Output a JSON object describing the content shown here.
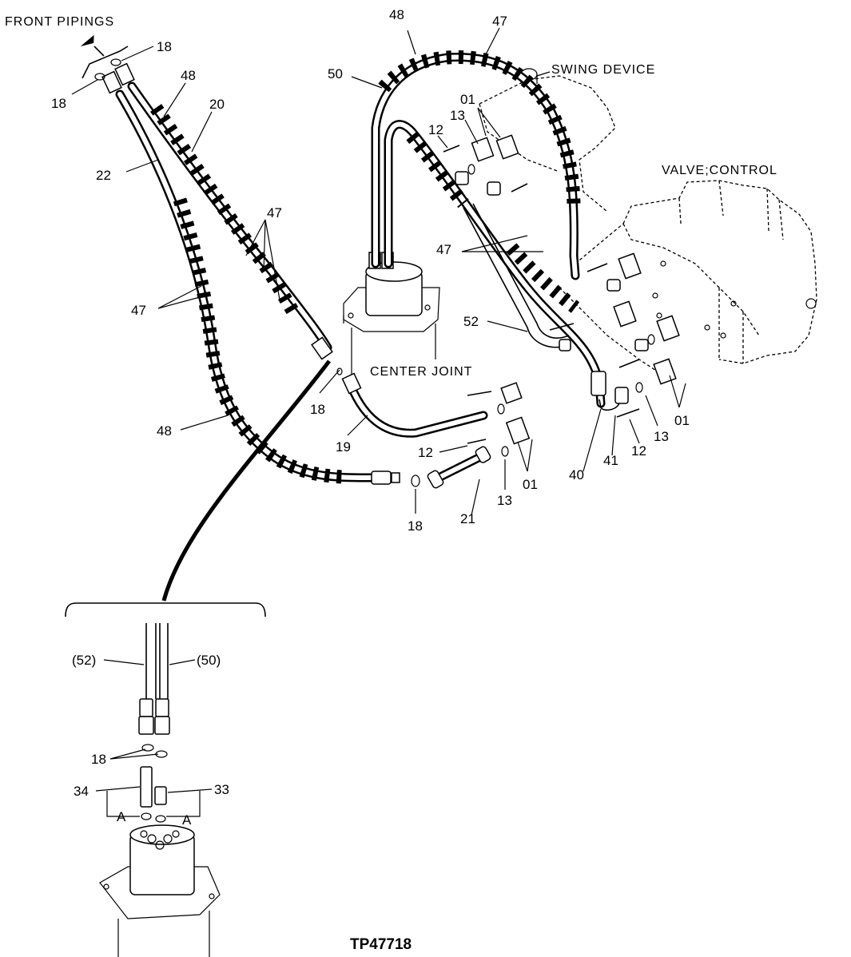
{
  "labels": {
    "front_pipings": "FRONT PIPINGS",
    "swing_device": "SWING DEVICE",
    "valve_control": "VALVE;CONTROL",
    "center_joint": "CENTER JOINT",
    "drawing_code": "TP47718"
  },
  "callouts": {
    "c18_top": "18",
    "c18_left": "18",
    "c48_left_top": "48",
    "c20": "20",
    "c22": "22",
    "c47_left_upper": "47",
    "c47_left_lower": "47",
    "c48_left_bottom": "48",
    "c18_center": "18",
    "c19": "19",
    "c12_center": "12",
    "c18_bottom": "18",
    "c21": "21",
    "c13_center": "13",
    "c01_center": "01",
    "c48_top": "48",
    "c47_top": "47",
    "c50": "50",
    "c13_top": "13",
    "c01_top": "01",
    "c12_top": "12",
    "c47_mid": "47",
    "c52": "52",
    "c40": "40",
    "c41": "41",
    "c12_right": "12",
    "c13_right": "13",
    "c01_right": "01",
    "c52_detail": "(52)",
    "c50_detail": "(50)",
    "c18_detail": "18",
    "c34": "34",
    "c33": "33",
    "cA_left": "A",
    "cA_right": "A"
  }
}
